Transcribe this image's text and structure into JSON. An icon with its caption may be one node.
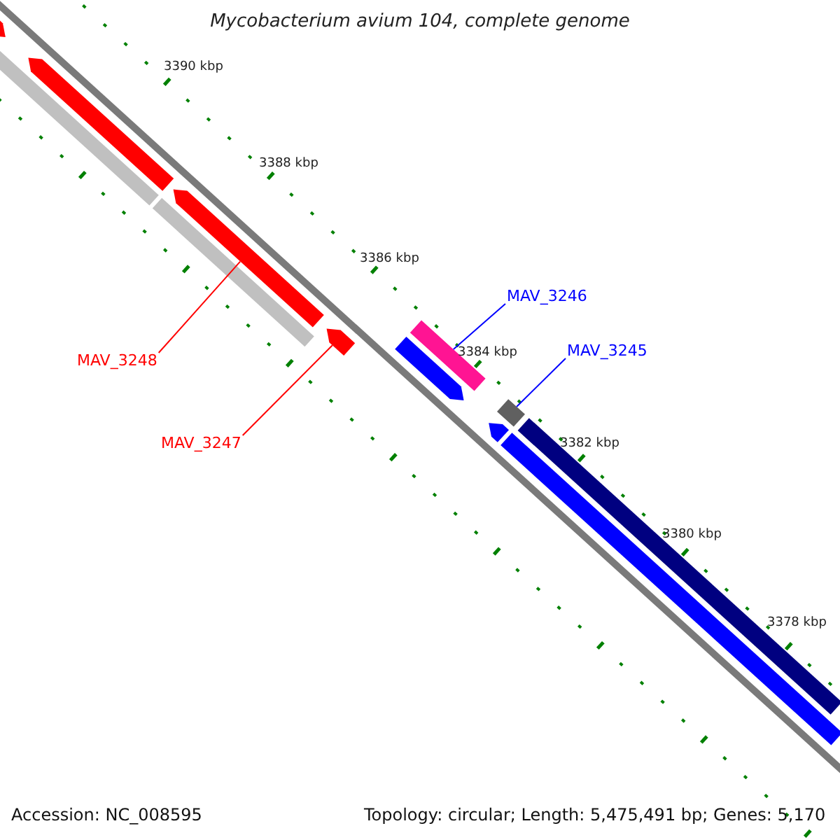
{
  "diagram": {
    "title": "Mycobacterium avium 104, complete genome",
    "nodes": [
      {
        "text": [],
        "shape": "bar"
      },
      {
        "text": [],
        "shape": "bar"
      },
      {
        "text": [],
        "shape": "bar"
      },
      {
        "text": [],
        "shape": "bar"
      },
      {
        "text": [],
        "shape": "bar"
      },
      {
        "text": [],
        "shape": "bar"
      },
      {
        "text": [
          "MAV_3248"
        ]
      },
      {
        "text": [
          "MAV_3247"
        ]
      },
      {
        "text": [],
        "shape": "bar"
      },
      {
        "text": [],
        "shape": "bar"
      },
      {
        "text": [
          "MAV_3246"
        ]
      },
      {
        "text": [],
        "shape": "bar"
      },
      {
        "text": [],
        "shape": "bar"
      },
      {
        "text": [
          "MAV_3245"
        ]
      },
      {
        "text": [],
        "shape": "bar"
      },
      {
        "text": [],
        "shape": "bar"
      }
    ],
    "edges": [
      {
        "from": 6,
        "to": 4,
        "arrow": "none",
        "color": "#ff0000"
      },
      {
        "from": 7,
        "to": 5,
        "arrow": "none",
        "color": "#ff0000"
      },
      {
        "from": 10,
        "to": 9,
        "arrow": "none",
        "color": "#0000ff"
      },
      {
        "from": 13,
        "to": 11,
        "arrow": "none",
        "color": "#0000ff"
      }
    ],
    "labels": [
      "3390 kbp",
      "3388 kbp",
      "3386 kbp",
      "3384 kbp",
      "3382 kbp",
      "3380 kbp",
      "3378 kbp",
      "Accession: NC_008595",
      "Topology: circular; Length: 5,475,491 bp; Genes: 5,170"
    ]
  }
}
